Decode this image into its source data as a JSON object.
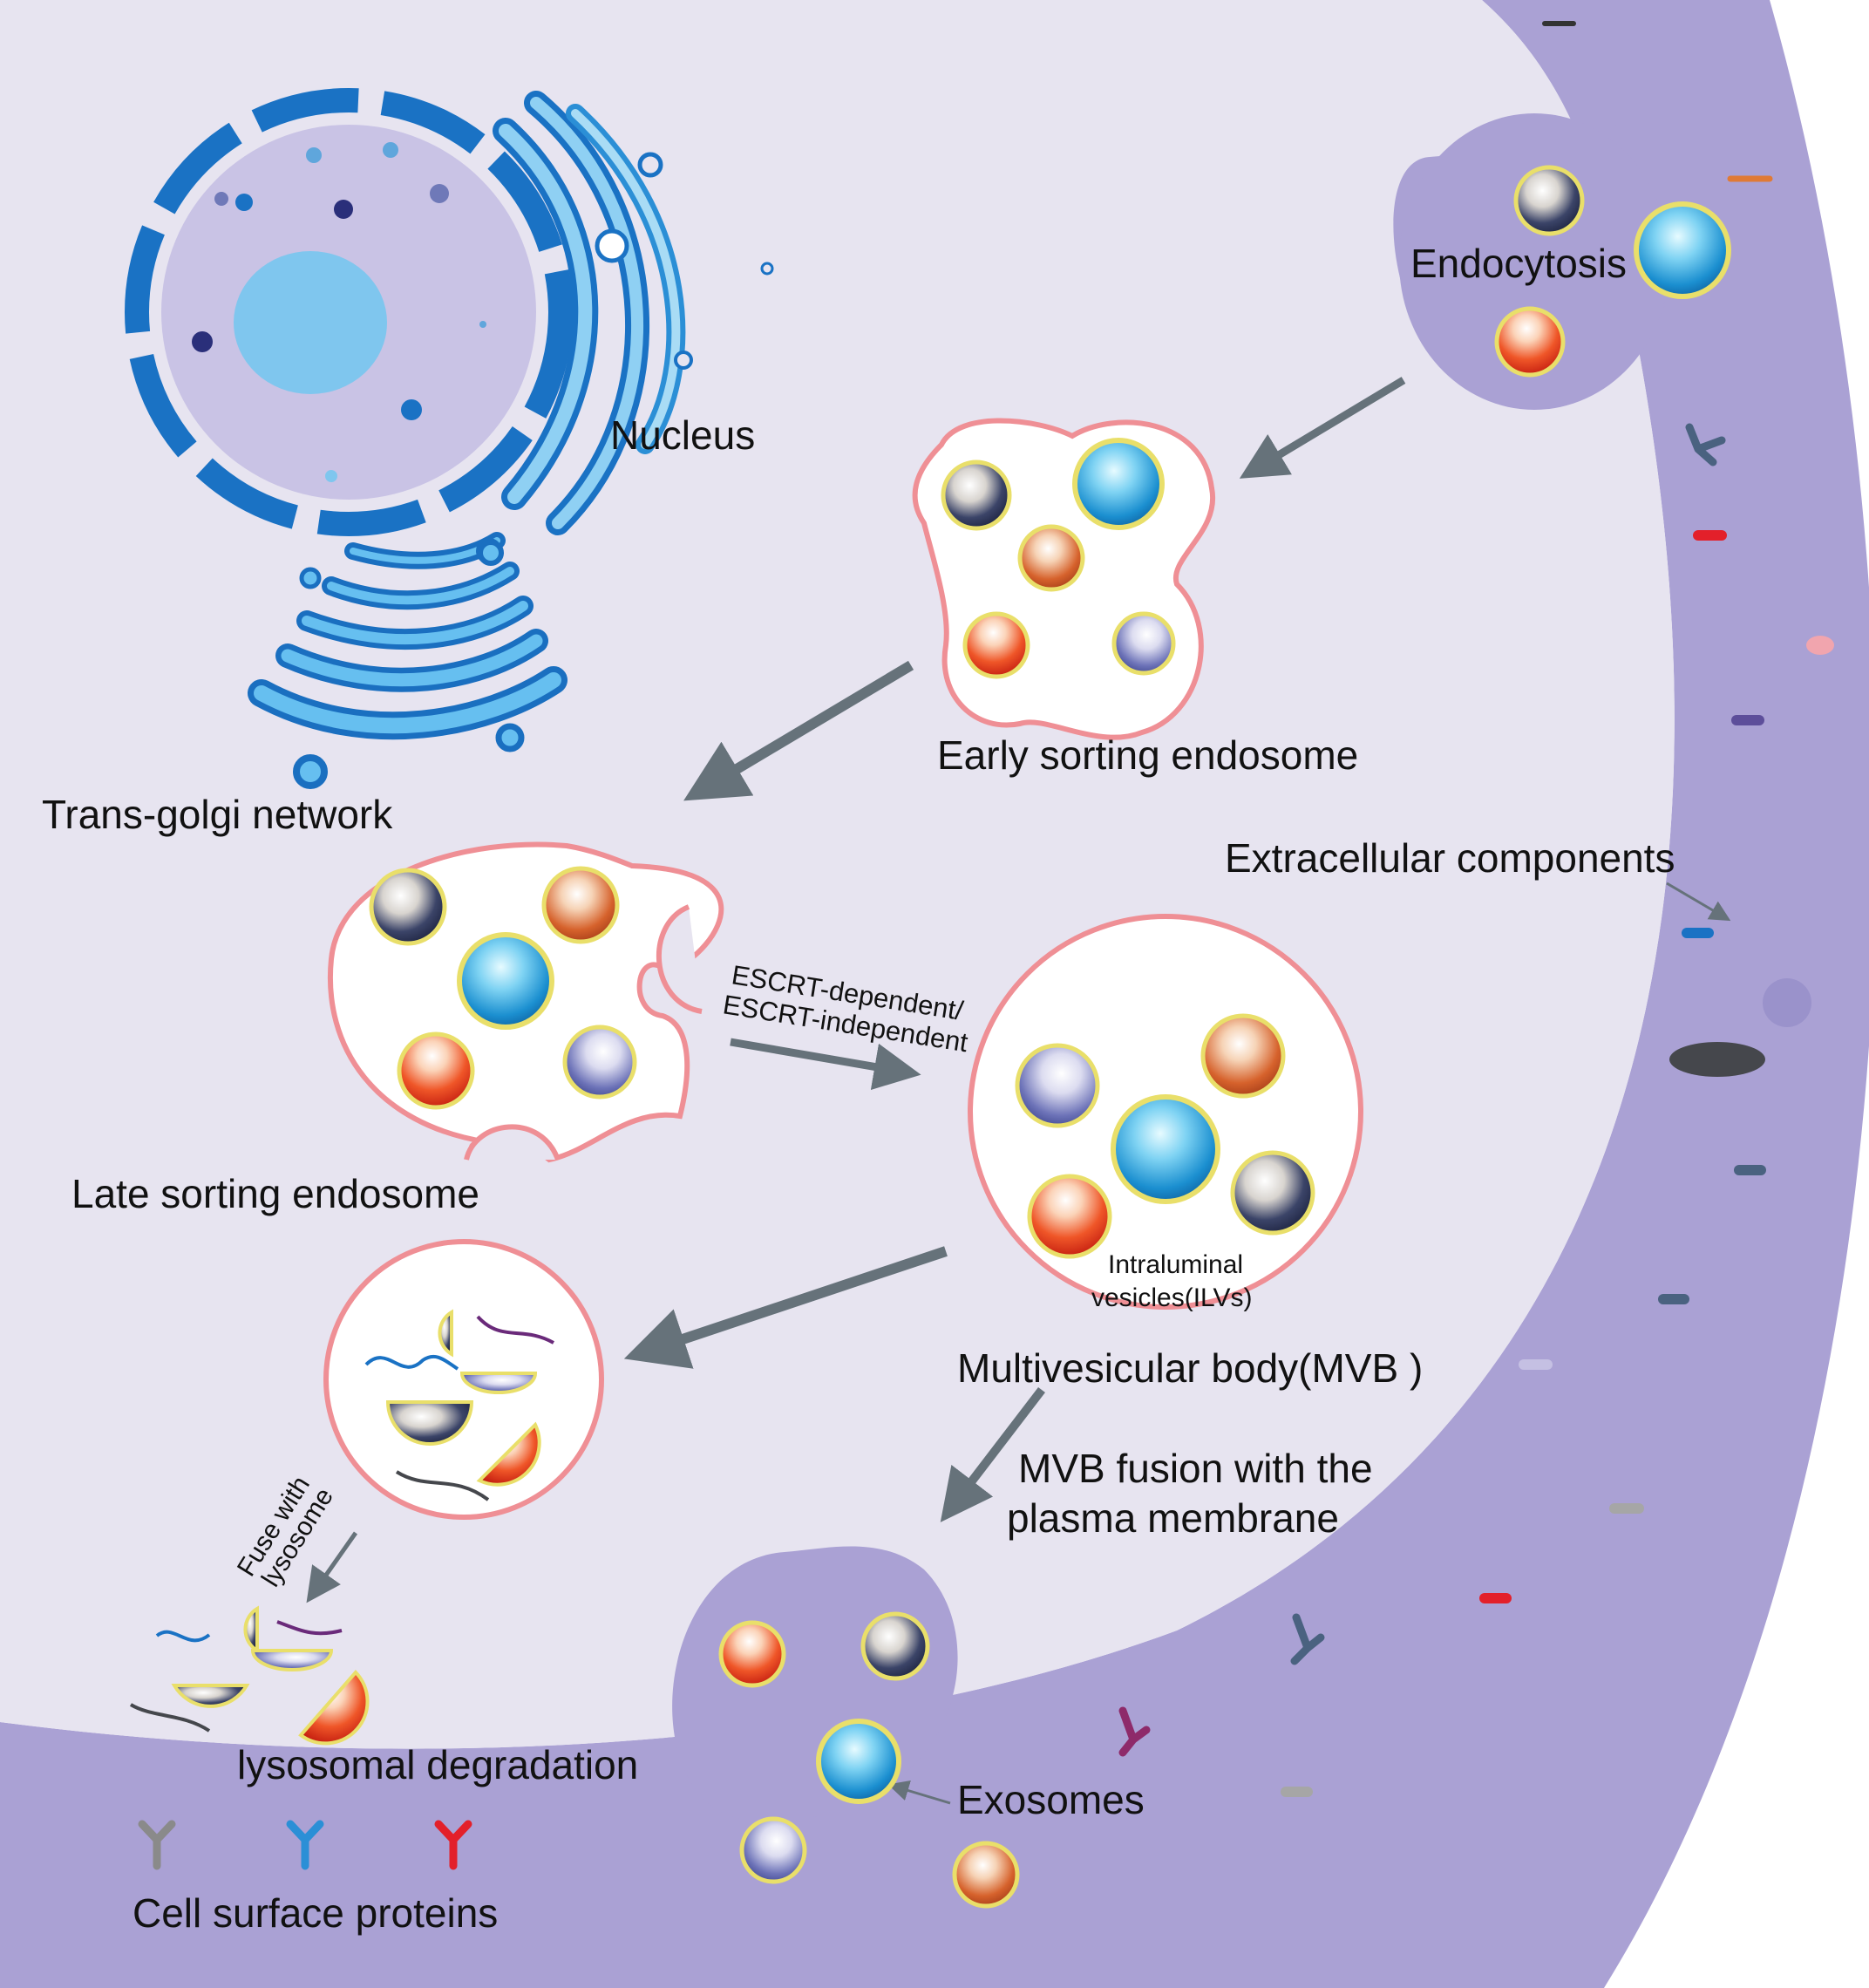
{
  "labels": {
    "nucleus": "Nucleus",
    "endocytosis": "Endocytosis",
    "early_sorting_endosome": "Early sorting endosome",
    "trans_golgi": "Trans-golgi network",
    "extracellular_components": "Extracellular components",
    "late_sorting_endosome": "Late sorting endosome",
    "escrt_line1": "ESCRT-dependent/",
    "escrt_line2": "ESCRT-independent",
    "ilv_line1": "Intraluminal",
    "ilv_line2": "vesicles(ILVs)",
    "mvb": "Multivesicular body(MVB )",
    "mvb_fusion_line1": "MVB fusion with the",
    "mvb_fusion_line2": "plasma membrane",
    "fuse_line1": "Fuse with",
    "fuse_line2": "lysosome",
    "lysosomal_degradation": "lysosomal degradation",
    "exosomes": "Exosomes",
    "cell_surface_proteins": "Cell surface proteins"
  },
  "colors": {
    "cytoplasm": "#e6e3ef",
    "membrane": "#a9a0d3",
    "endosome_border": "#ef8f95",
    "arrow": "#66727a",
    "nucleus_blue": "#1a72c4",
    "golgi_blue": "#2b8fd6"
  }
}
